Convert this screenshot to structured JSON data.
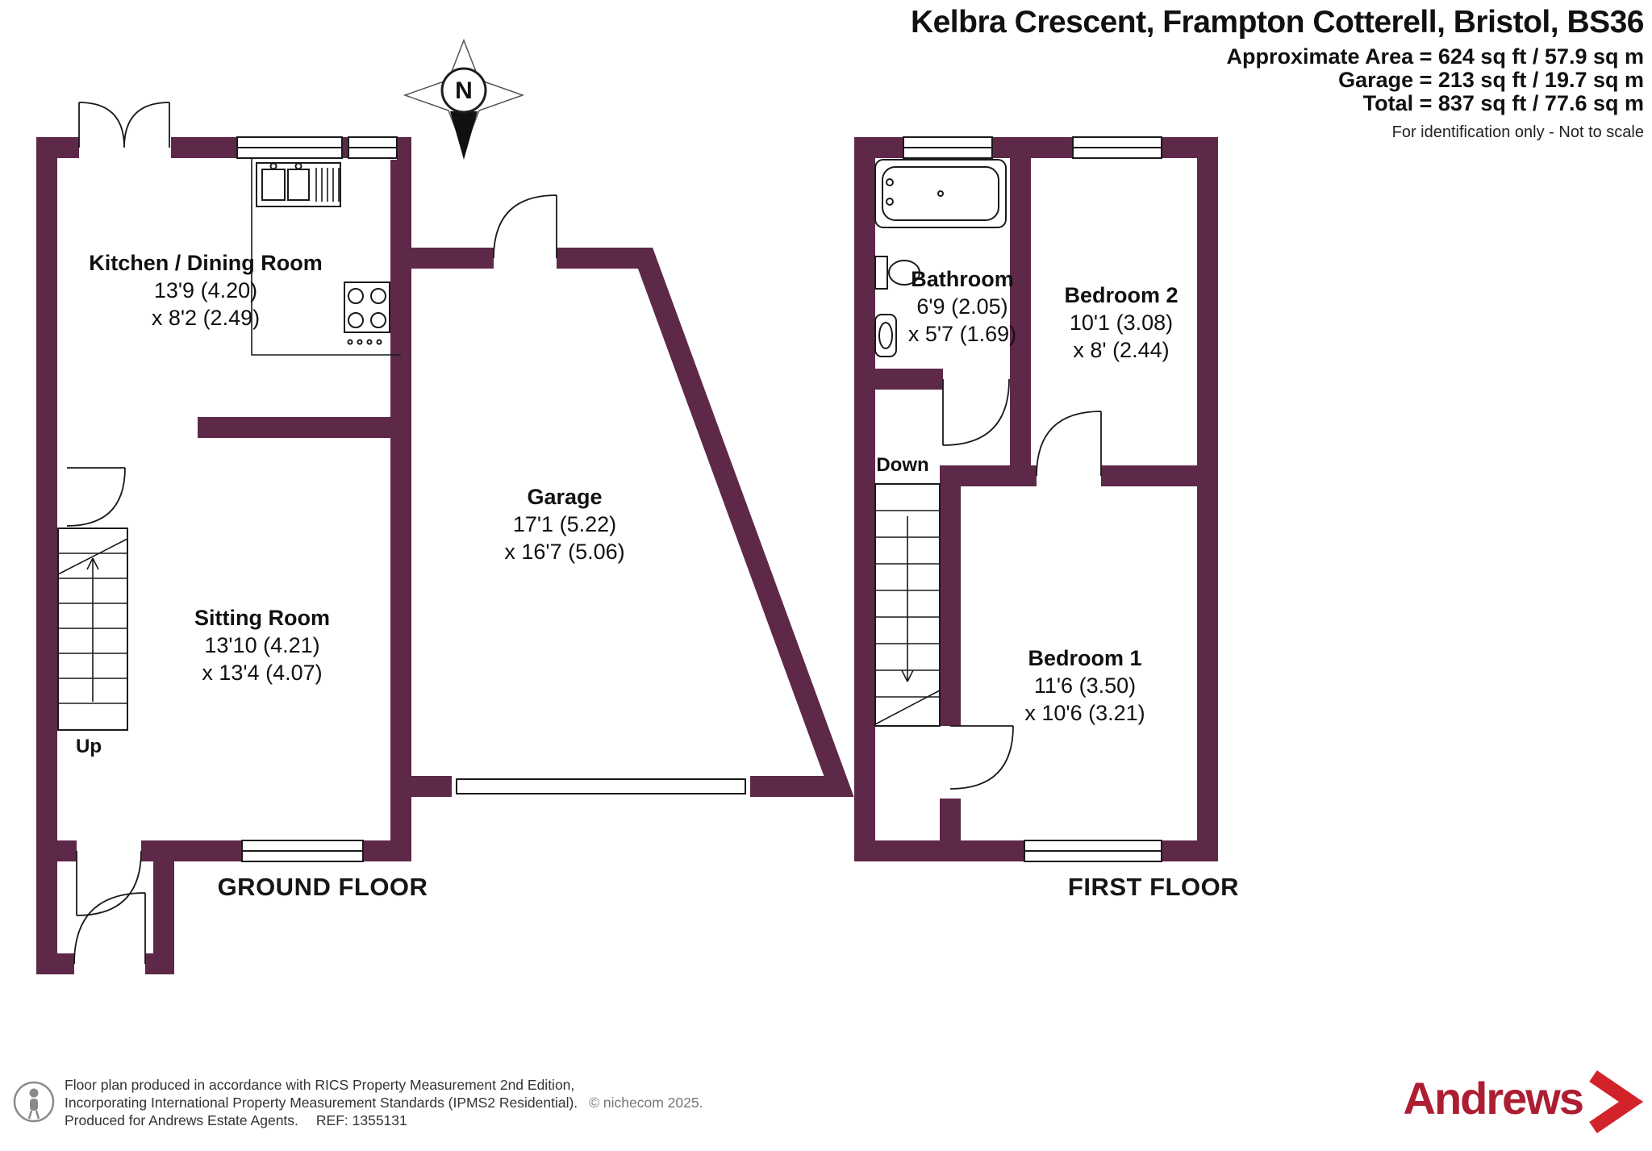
{
  "header": {
    "title": "Kelbra Crescent, Frampton Cotterell, Bristol, BS36",
    "area_line_1": "Approximate Area = 624 sq ft / 57.9 sq m",
    "area_line_2": "Garage = 213 sq ft / 19.7 sq m",
    "area_line_3": "Total = 837 sq ft / 77.6 sq m",
    "disclaimer": "For identification only - Not to scale"
  },
  "compass": {
    "north_label": "N"
  },
  "ground_floor": {
    "floor_label": "GROUND FLOOR",
    "stairs_label": "Up",
    "rooms": {
      "kitchen": {
        "name": "Kitchen / Dining Room",
        "dim_line_1": "13'9 (4.20)",
        "dim_line_2": "x 8'2 (2.49)"
      },
      "sitting_room": {
        "name": "Sitting Room",
        "dim_line_1": "13'10 (4.21)",
        "dim_line_2": "x 13'4 (4.07)"
      },
      "garage": {
        "name": "Garage",
        "dim_line_1": "17'1 (5.22)",
        "dim_line_2": "x 16'7 (5.06)"
      }
    }
  },
  "first_floor": {
    "floor_label": "FIRST FLOOR",
    "stairs_label": "Down",
    "rooms": {
      "bathroom": {
        "name": "Bathroom",
        "dim_line_1": "6'9 (2.05)",
        "dim_line_2": "x 5'7 (1.69)"
      },
      "bedroom_2": {
        "name": "Bedroom 2",
        "dim_line_1": "10'1 (3.08)",
        "dim_line_2": "x 8' (2.44)"
      },
      "bedroom_1": {
        "name": "Bedroom 1",
        "dim_line_1": "11'6 (3.50)",
        "dim_line_2": "x 10'6 (3.21)"
      }
    }
  },
  "footer": {
    "line_1": "Floor plan produced in accordance with RICS Property Measurement 2nd Edition,",
    "line_2": "Incorporating International Property Measurement Standards (IPMS2 Residential).",
    "copyright": "© nichecom 2025.",
    "line_3": "Produced for Andrews Estate Agents.",
    "ref": "REF: 1355131",
    "brand_name": "Andrews"
  },
  "colors": {
    "wall": "#5e2949",
    "brand_red": "#ad1e32",
    "brand_chevron": "#d2232a"
  }
}
